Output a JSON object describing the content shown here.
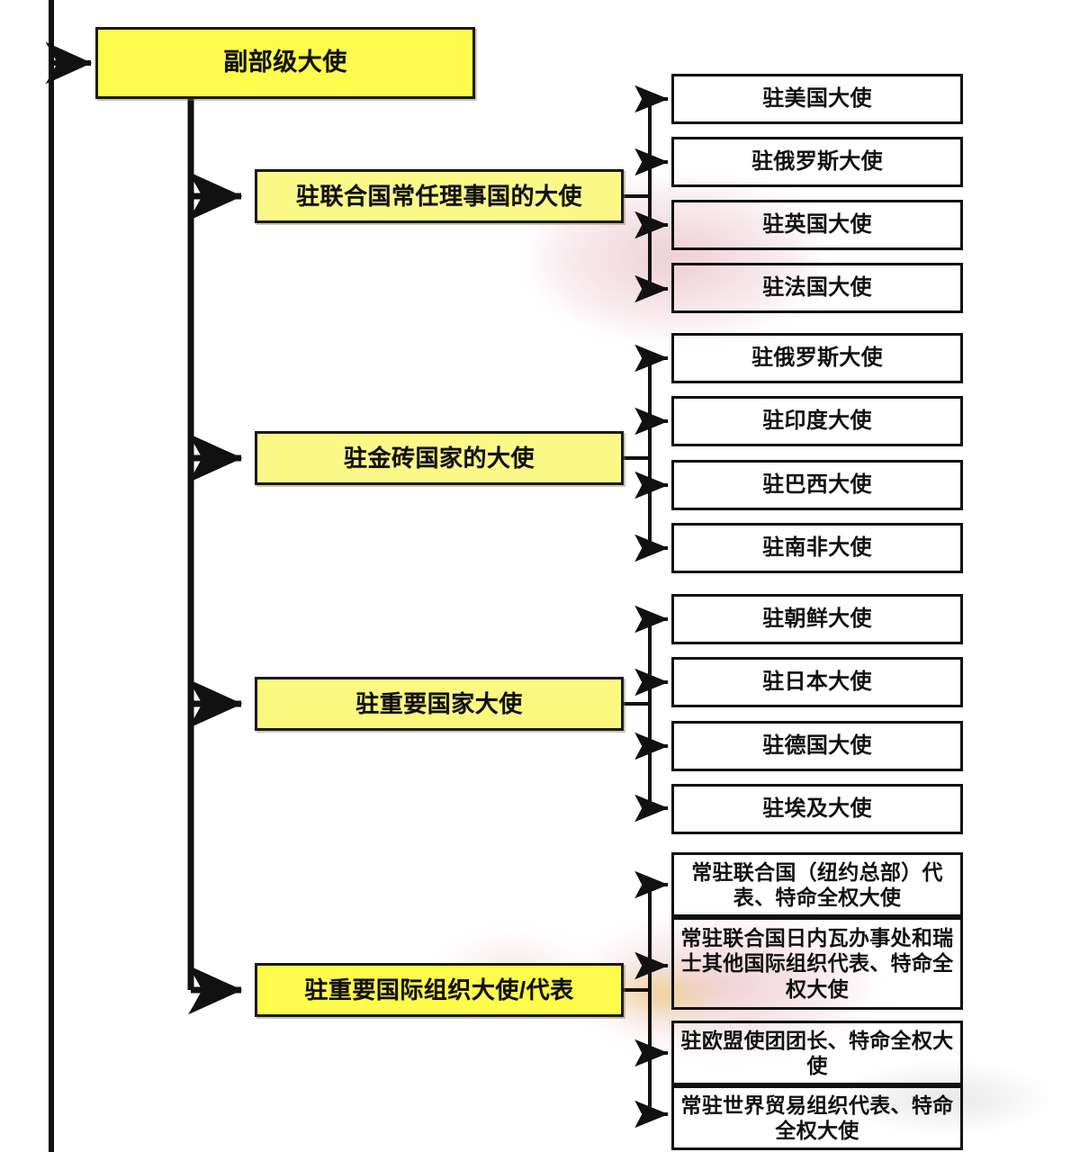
{
  "diagram": {
    "title_text": "副部级大使",
    "root": {
      "label": "副部级大使"
    },
    "categories": [
      {
        "label": "驻联合国常任理事国的大使"
      },
      {
        "label": "驻金砖国家的大使"
      },
      {
        "label": "驻重要国家大使"
      },
      {
        "label": "驻重要国际组织大使/代表"
      }
    ],
    "groups": [
      {
        "parent": "驻联合国常任理事国的大使",
        "leaves": [
          {
            "label": "驻美国大使"
          },
          {
            "label": "驻俄罗斯大使"
          },
          {
            "label": "驻英国大使"
          },
          {
            "label": "驻法国大使"
          }
        ]
      },
      {
        "parent": "驻金砖国家的大使",
        "leaves": [
          {
            "label": "驻俄罗斯大使"
          },
          {
            "label": "驻印度大使"
          },
          {
            "label": "驻巴西大使"
          },
          {
            "label": "驻南非大使"
          }
        ]
      },
      {
        "parent": "驻重要国家大使",
        "leaves": [
          {
            "label": "驻朝鲜大使"
          },
          {
            "label": "驻日本大使"
          },
          {
            "label": "驻德国大使"
          },
          {
            "label": "驻埃及大使"
          }
        ]
      },
      {
        "parent": "驻重要国际组织大使/代表",
        "leaves": [
          {
            "label": "常驻联合国（纽约总部）代表、特命全权大使"
          },
          {
            "label": "常驻联合国日内瓦办事处和瑞士其他国际组织代表、特命全权大使"
          },
          {
            "label": "驻欧盟使团团长、特命全权大使"
          },
          {
            "label": "常驻世界贸易组织代表、特命全权大使"
          }
        ]
      }
    ],
    "colors": {
      "highlight_yellow": "#FDFB4B",
      "highlight_yellow_pale": "#FAF988",
      "line": "#111111",
      "box_border": "#111111",
      "text": "#111111",
      "background": "#FFFFFF"
    }
  }
}
